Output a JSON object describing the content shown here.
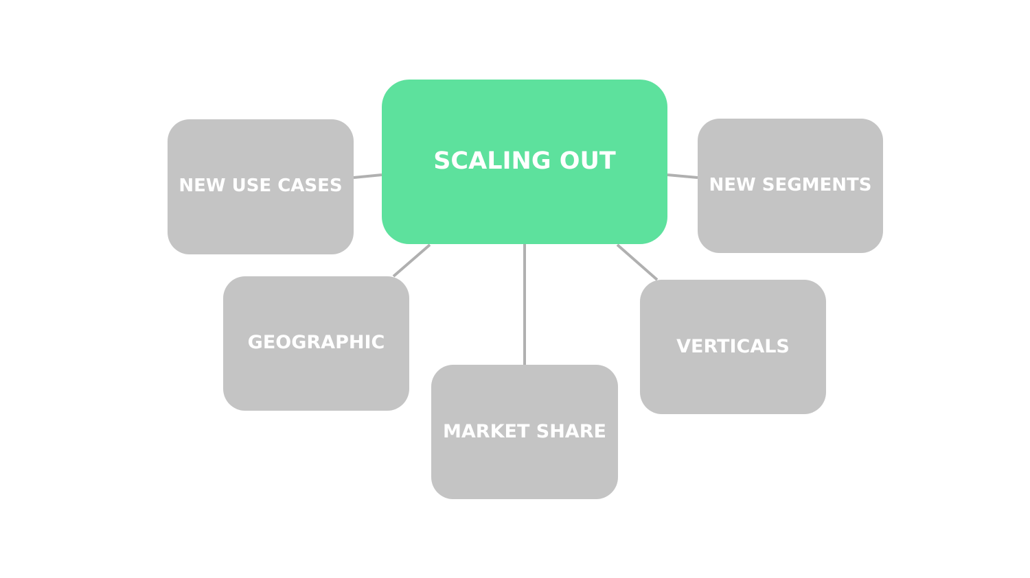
{
  "diagram": {
    "center": {
      "label": "SCALING OUT",
      "color": "#5de19d"
    },
    "node_color": "#c4c4c4",
    "connector_color": "#b0b0b0",
    "nodes": [
      {
        "id": "new-use-cases",
        "label": "NEW USE CASES"
      },
      {
        "id": "new-segments",
        "label": "NEW SEGMENTS"
      },
      {
        "id": "geographic",
        "label": "GEOGRAPHIC"
      },
      {
        "id": "market-share",
        "label": "MARKET SHARE"
      },
      {
        "id": "verticals",
        "label": "VERTICALS"
      }
    ]
  }
}
